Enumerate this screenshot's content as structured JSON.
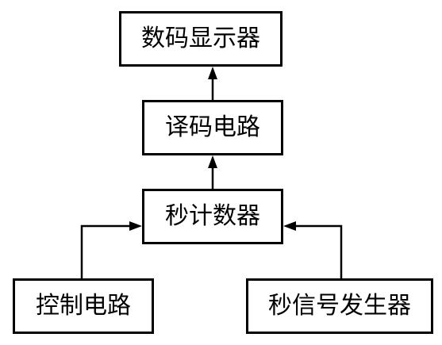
{
  "blocks": {
    "display": "数码显示器",
    "decoder": "译码电路",
    "counter": "秒计数器",
    "control": "控制电路",
    "signal": "秒信号发生器"
  },
  "colors": {
    "line": "#000000",
    "background": "#ffffff"
  }
}
